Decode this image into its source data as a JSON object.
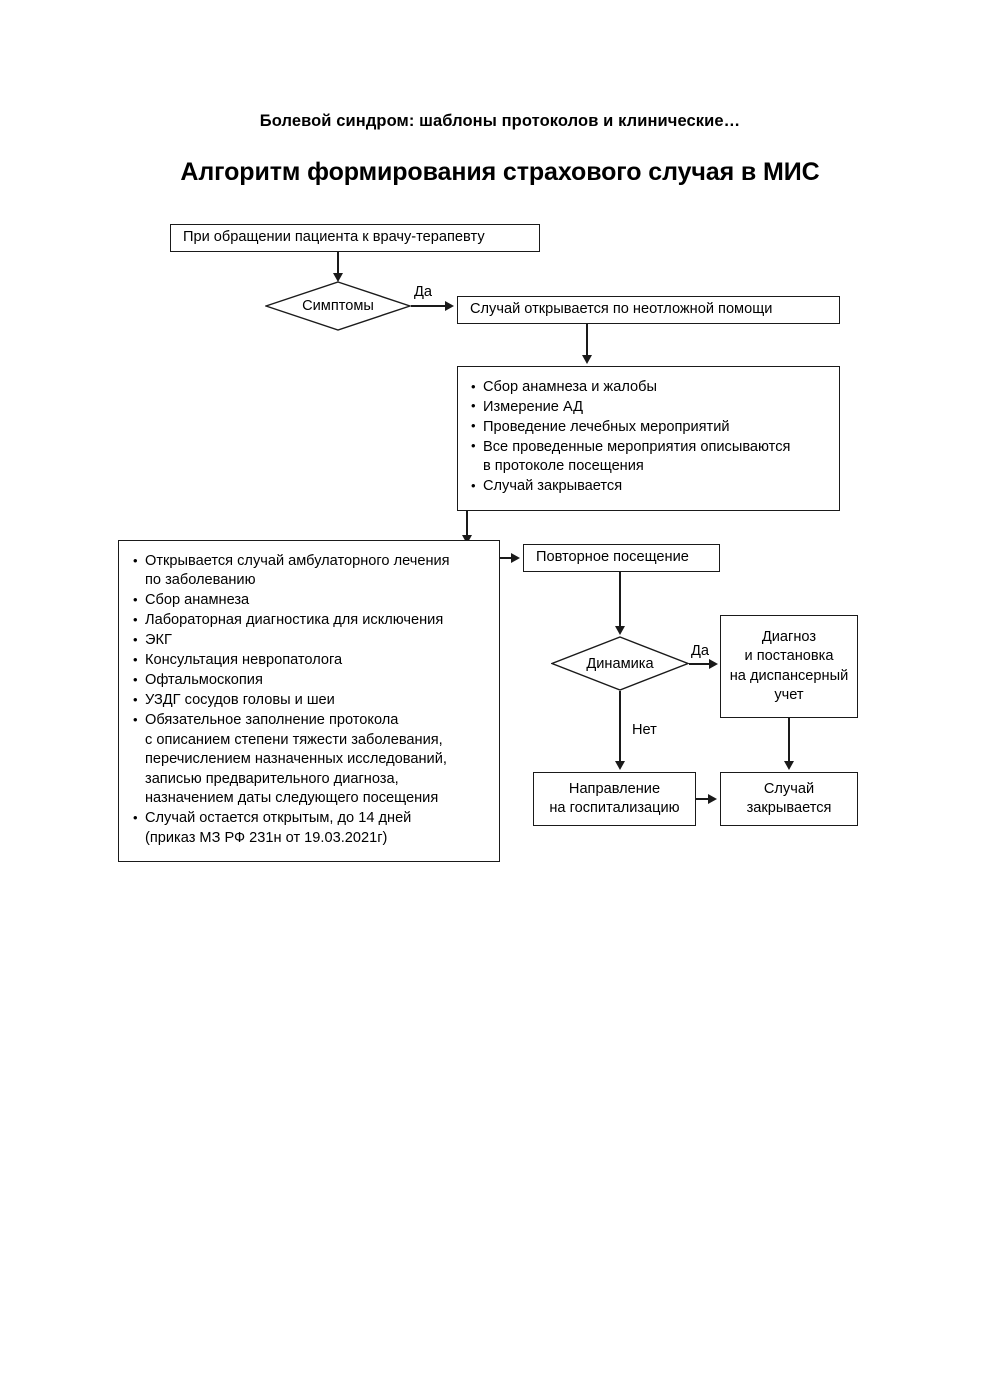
{
  "header": {
    "running_head": "Болевой синдром:  шаблоны протоколов  и клинические…",
    "title": "Алгоритм формирования страхового случая в МИС"
  },
  "flowchart": {
    "type": "flowchart",
    "nodes": {
      "start": {
        "shape": "process",
        "label": "При обращении пациента к врачу-терапевту"
      },
      "symptoms": {
        "shape": "decision",
        "label": "Симптомы"
      },
      "emergency_case": {
        "shape": "process",
        "label": "Случай открывается по неотложной помощи"
      },
      "emergency_actions": {
        "shape": "process-list",
        "items": [
          "Сбор анамнеза и жалобы",
          "Измерение АД",
          "Проведение лечебных мероприятий",
          "Все проведенные мероприятия описываются\nв протоколе посещения",
          "Случай закрывается"
        ]
      },
      "ambulatory_case": {
        "shape": "process-list",
        "items": [
          "Открывается  случай амбулаторного лечения\nпо заболеванию",
          "Сбор анамнеза",
          "Лабораторная диагностика для исключения",
          "ЭКГ",
          "Консультация невропатолога",
          "Офтальмоскопия",
          "УЗДГ сосудов головы и шеи",
          "Обязательное заполнение протокола\nс описанием степени тяжести заболевания,\nперечислением назначенных исследований,\nзаписью предварительного диагноза,\nназначением даты следующего посещения",
          "Случай остается открытым, до 14 дней\n(приказ МЗ РФ 231н от 19.03.2021г)"
        ]
      },
      "repeat_visit": {
        "shape": "process",
        "label": "Повторное посещение"
      },
      "dynamics": {
        "shape": "decision",
        "label": "Динамика"
      },
      "diagnosis_registration": {
        "shape": "process",
        "label": "Диагноз\nи постановка\nна диспансерный\nучет"
      },
      "hospitalization": {
        "shape": "process",
        "label": "Направление\nна госпитализацию"
      },
      "case_closed": {
        "shape": "process",
        "label": "Случай\nзакрывается"
      }
    },
    "edge_labels": {
      "symptoms_yes": "Да",
      "dynamics_yes": "Да",
      "dynamics_no": "Нет"
    },
    "colors": {
      "stroke": "#1a1a1a",
      "fill": "#ffffff",
      "text": "#000000"
    }
  }
}
